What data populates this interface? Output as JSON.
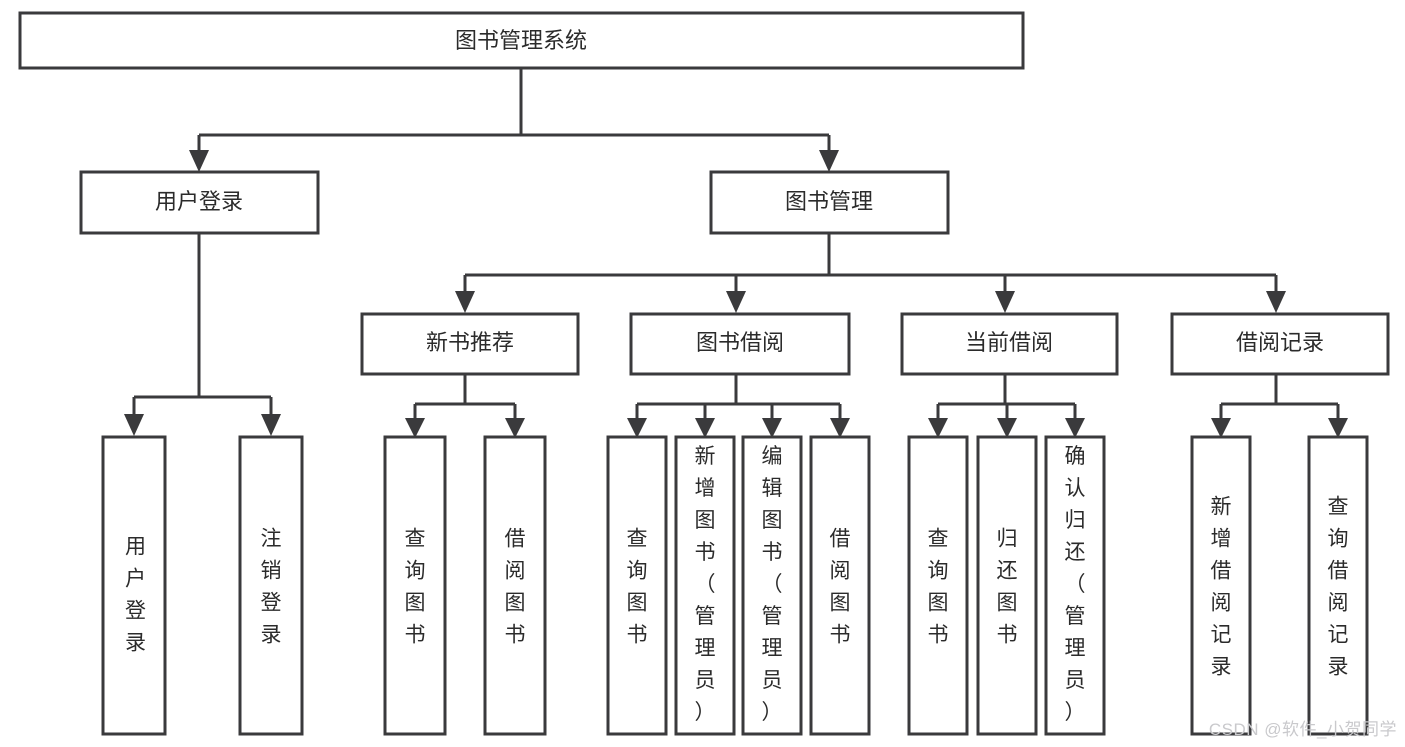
{
  "diagram": {
    "type": "tree",
    "title": "图书管理系统",
    "orientation": "top-down",
    "watermark": "CSDN @软件_小贺同学",
    "colors": {
      "box_fill": "#ffffff",
      "box_stroke": "#3a3a3c",
      "text": "#2b2b2b",
      "background": "#ffffff",
      "watermark": "#c9c9cc"
    },
    "root": {
      "label": "图书管理系统"
    },
    "level2": [
      {
        "label": "用户登录"
      },
      {
        "label": "图书管理"
      }
    ],
    "level3": [
      {
        "label": "新书推荐"
      },
      {
        "label": "图书借阅"
      },
      {
        "label": "当前借阅"
      },
      {
        "label": "借阅记录"
      }
    ],
    "leaves": {
      "user_login": [
        {
          "label": "用户登录"
        },
        {
          "label": "注销登录"
        }
      ],
      "new_book_recommend": [
        {
          "label": "查询图书"
        },
        {
          "label": "借阅图书"
        }
      ],
      "book_borrow": [
        {
          "label": "查询图书"
        },
        {
          "label": "新增图书（管理员）"
        },
        {
          "label": "编辑图书（管理员）"
        },
        {
          "label": "借阅图书"
        }
      ],
      "current_borrow": [
        {
          "label": "查询图书"
        },
        {
          "label": "归还图书"
        },
        {
          "label": "确认归还（管理员）"
        }
      ],
      "borrow_record": [
        {
          "label": "新增借阅记录"
        },
        {
          "label": "查询借阅记录"
        }
      ]
    }
  }
}
